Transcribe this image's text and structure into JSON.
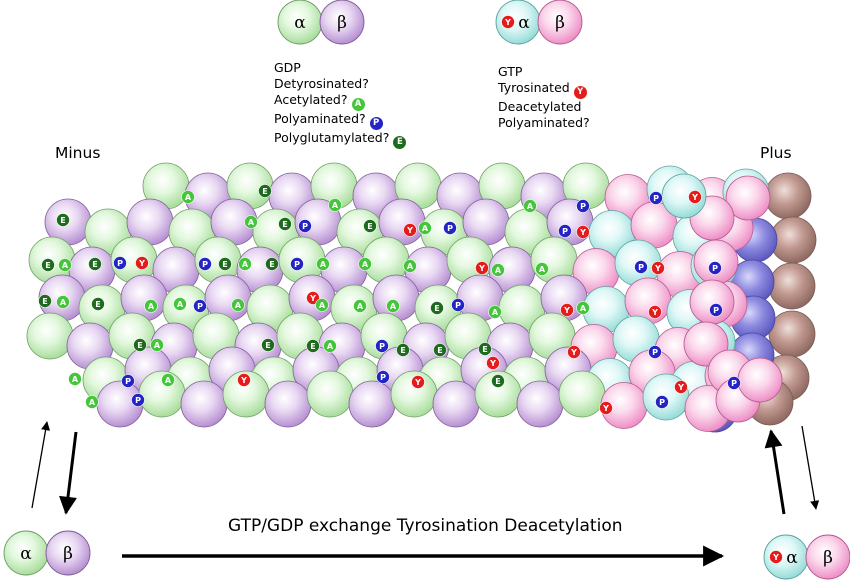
{
  "labels": {
    "alpha": "α",
    "beta": "β",
    "minus": "Minus",
    "plus": "Plus",
    "process": "GTP/GDP exchange Tyrosination Deacetylation"
  },
  "legend_gdp": {
    "lines": [
      {
        "text": "GDP",
        "mark": ""
      },
      {
        "text": "Detyrosinated?",
        "mark": ""
      },
      {
        "text": "Acetylated?",
        "mark": "A"
      },
      {
        "text": "Polyaminated?",
        "mark": "P"
      },
      {
        "text": "Polyglutamylated?",
        "mark": "E"
      }
    ]
  },
  "legend_gtp": {
    "lines": [
      {
        "text": "GTP",
        "mark": ""
      },
      {
        "text": "Tyrosinated",
        "mark": "Y"
      },
      {
        "text": "Deacetylated",
        "mark": ""
      },
      {
        "text": "Polyaminated?",
        "mark": ""
      }
    ]
  },
  "mark_letters": {
    "acetyl": "A",
    "polyamine": "P",
    "tyrosine": "Y",
    "glutamyl": "E"
  },
  "colors": {
    "alpha_gdp": "#c6efbc",
    "beta_gdp": "#d6b8e8",
    "alpha_gtp": "#bff0ee",
    "beta_gtp": "#f7b4dc",
    "cap_blue": "#8a88de",
    "cap_brown": "#b88f86",
    "mark_A": "#44c63a",
    "mark_P": "#2424c4",
    "mark_Y": "#e41c1c",
    "mark_E": "#1e6b1e"
  }
}
